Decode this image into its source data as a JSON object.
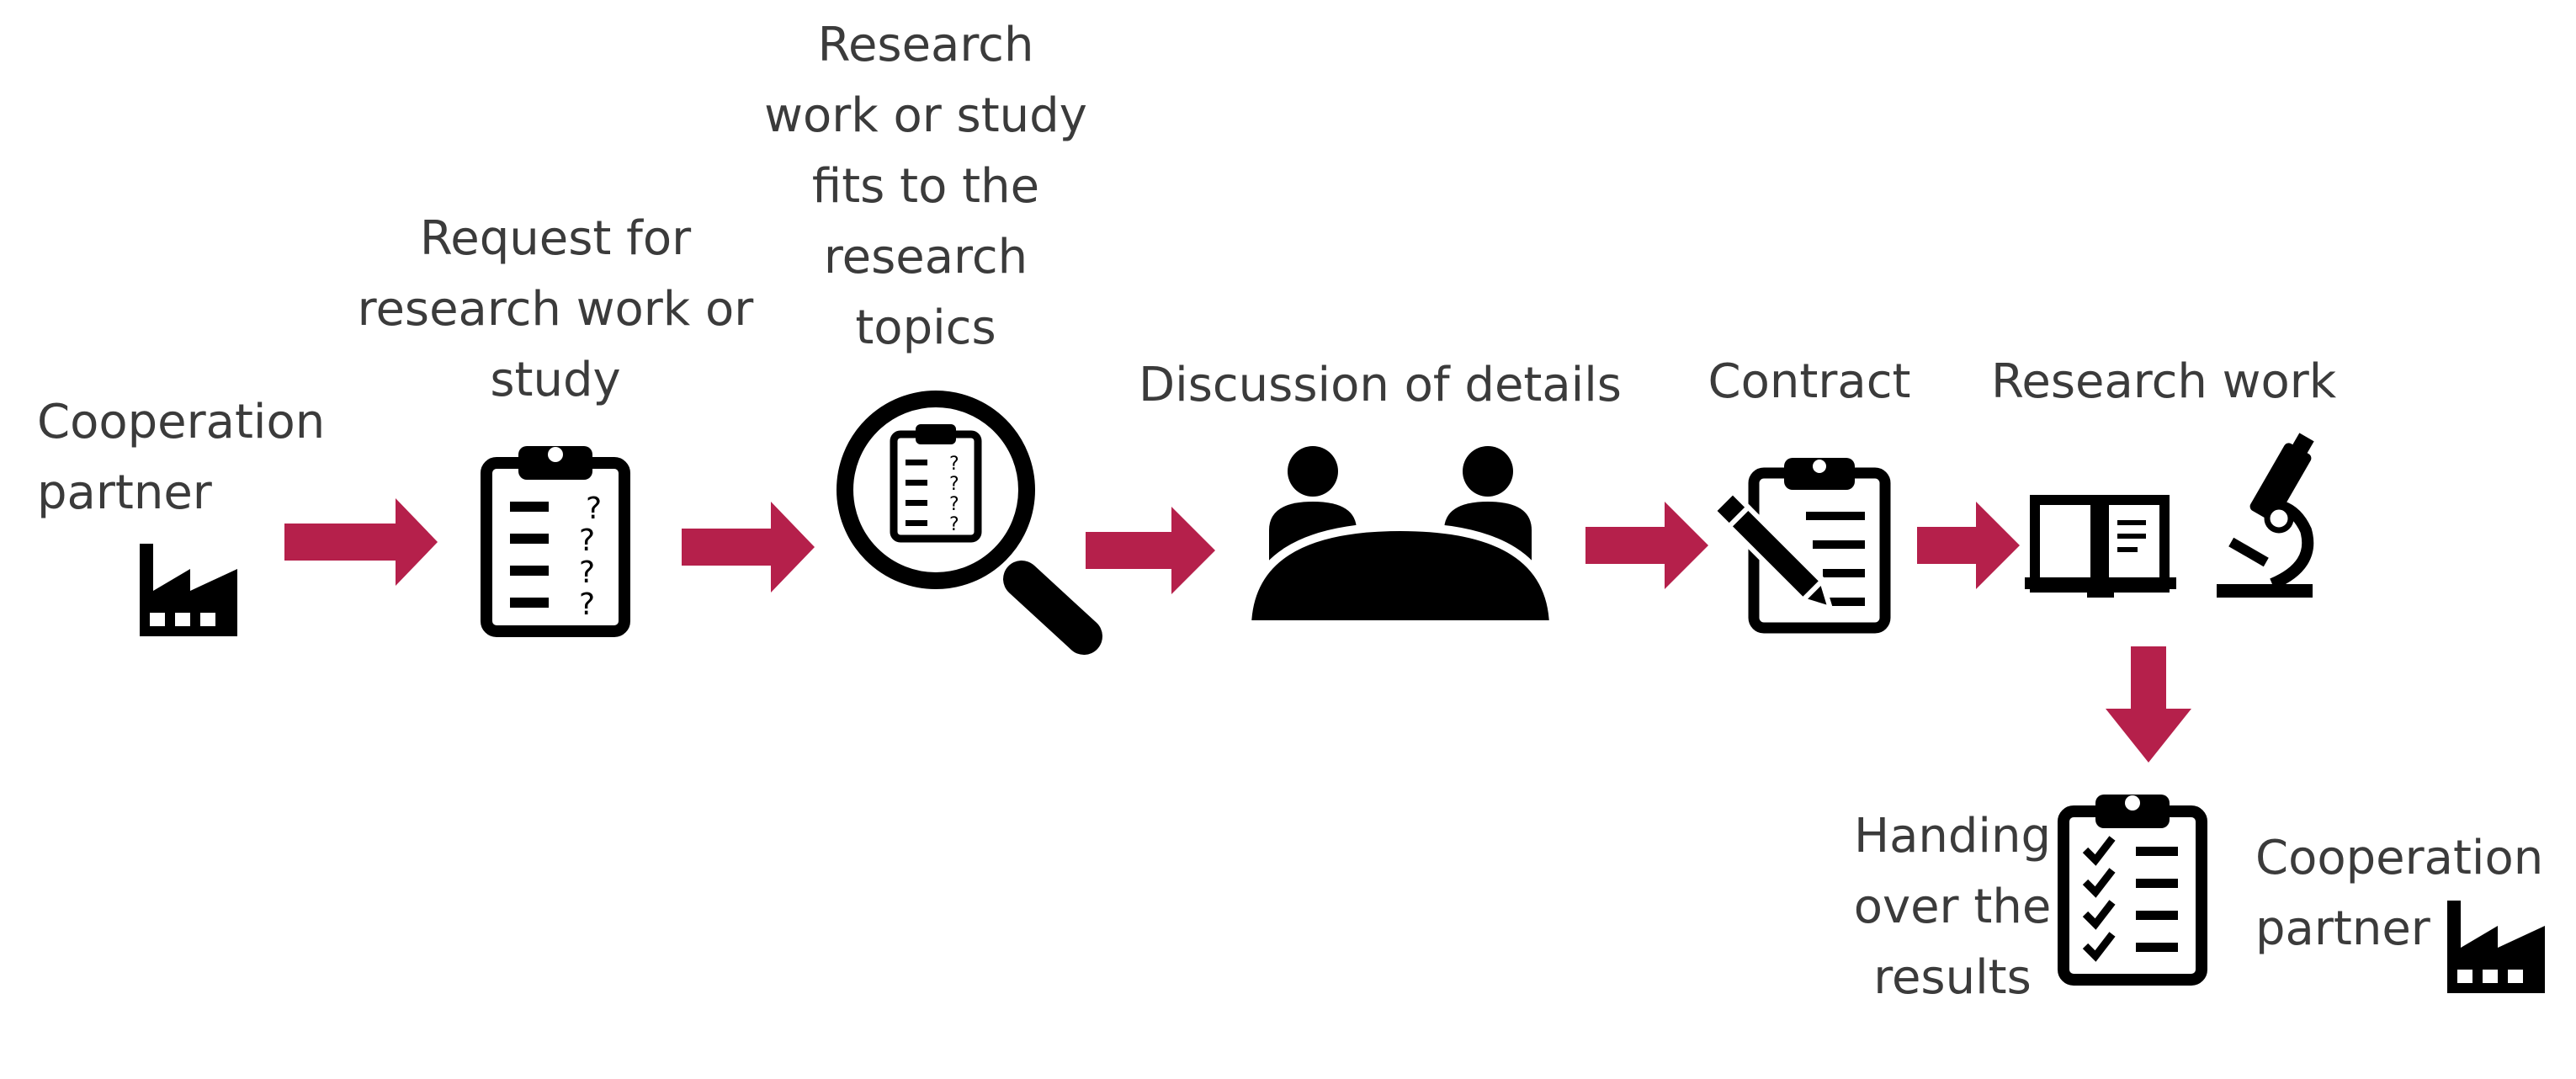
{
  "colors": {
    "arrow": "#B5204B",
    "icon": "#000000",
    "text": "#3b3b3b"
  },
  "labels": {
    "cooperation_partner_start": "Cooperation\npartner",
    "request": "Request for\nresearch work or\nstudy",
    "fits_topics": "Research\nwork or study\nfits to the\nresearch\ntopics",
    "discussion": "Discussion of details",
    "contract": "Contract",
    "research_work": "Research work",
    "handing_over": "Handing\nover the\nresults",
    "cooperation_partner_end": "Cooperation\npartner"
  },
  "icons": {
    "factory_start": "factory-icon",
    "request": "clipboard-question-icon",
    "fits_topics": "magnifier-clipboard-icon",
    "discussion": "meeting-table-icon",
    "contract": "clipboard-pen-icon",
    "research_book": "open-book-icon",
    "research_microscope": "microscope-icon",
    "handing_over": "clipboard-checklist-icon",
    "factory_end": "factory-icon"
  }
}
